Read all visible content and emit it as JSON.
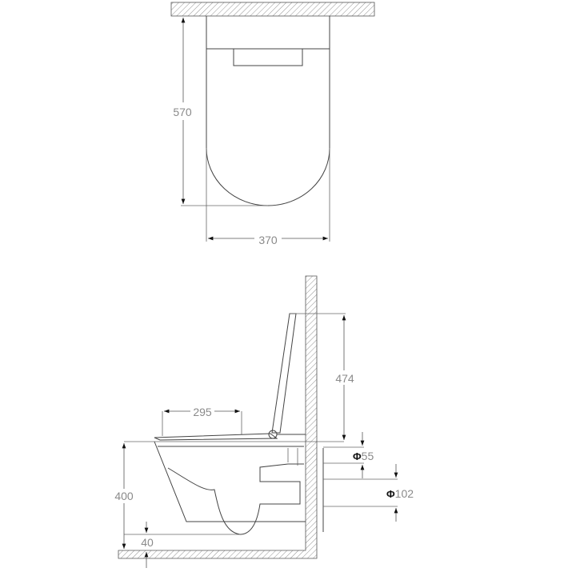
{
  "top_view": {
    "depth_dimension": "570",
    "width_dimension": "370"
  },
  "side_view": {
    "backrest_height_dimension": "474",
    "seat_opening_dimension": "295",
    "seat_height_dimension": "400",
    "clearance_dimension": "40",
    "inlet_pipe": {
      "symbol": "Φ",
      "value": "55"
    },
    "outlet_pipe": {
      "symbol": "Φ",
      "value": "102"
    }
  }
}
